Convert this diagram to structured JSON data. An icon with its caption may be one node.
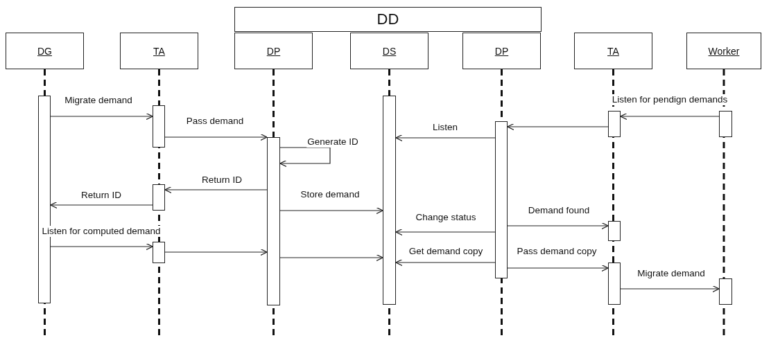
{
  "diagram": {
    "nodes": [
      {
        "text": [
          "DD"
        ]
      },
      {
        "text": [
          "DG"
        ]
      },
      {
        "text": [
          "TA"
        ]
      },
      {
        "text": [
          "DP"
        ]
      },
      {
        "text": [
          "DS"
        ]
      },
      {
        "text": [
          "DP"
        ]
      },
      {
        "text": [
          "TA"
        ]
      },
      {
        "text": [
          "Worker"
        ]
      },
      {
        "text": [],
        "shape": "bar"
      },
      {
        "text": [],
        "shape": "bar"
      },
      {
        "text": [],
        "shape": "bar"
      },
      {
        "text": [],
        "shape": "bar"
      },
      {
        "text": [],
        "shape": "bar"
      },
      {
        "text": [],
        "shape": "bar"
      },
      {
        "text": [],
        "shape": "bar"
      },
      {
        "text": [],
        "shape": "bar"
      },
      {
        "text": [],
        "shape": "bar"
      },
      {
        "text": [],
        "shape": "bar"
      },
      {
        "text": [],
        "shape": "bar"
      },
      {
        "text": [],
        "shape": "bar"
      }
    ],
    "edges": [
      {
        "from": 18,
        "to": 15,
        "label": "Listen for pendign demands",
        "arrow": "to"
      },
      {
        "from": 8,
        "to": 9,
        "label": "Migrate demand",
        "arrow": "to"
      },
      {
        "from": 15,
        "to": 14,
        "arrow": "to"
      },
      {
        "from": 9,
        "to": 12,
        "label": "Pass demand",
        "arrow": "to"
      },
      {
        "from": 14,
        "to": 13,
        "label": "Listen",
        "arrow": "to"
      },
      {
        "from": 12,
        "to": 12,
        "label": "Generate ID",
        "arrow": "to"
      },
      {
        "from": 12,
        "to": 10,
        "label": "Return ID",
        "arrow": "to"
      },
      {
        "from": 10,
        "to": 8,
        "label": "Return ID",
        "arrow": "to"
      },
      {
        "from": 12,
        "to": 13,
        "label": "Store demand",
        "arrow": "to"
      },
      {
        "from": 14,
        "to": 16,
        "label": "Demand found",
        "arrow": "to"
      },
      {
        "from": 14,
        "to": 13,
        "label": "Change status",
        "arrow": "to"
      },
      {
        "from": 8,
        "to": 11,
        "label": "Listen for computed demand",
        "arrow": "to"
      },
      {
        "from": 11,
        "to": 12,
        "arrow": "to"
      },
      {
        "from": 12,
        "to": 13,
        "arrow": "to"
      },
      {
        "from": 14,
        "to": 13,
        "label": "Get demand copy",
        "arrow": "to"
      },
      {
        "from": 14,
        "to": 17,
        "label": "Pass demand copy",
        "arrow": "to"
      },
      {
        "from": 17,
        "to": 19,
        "label": "Migrate demand",
        "arrow": "to"
      }
    ]
  }
}
